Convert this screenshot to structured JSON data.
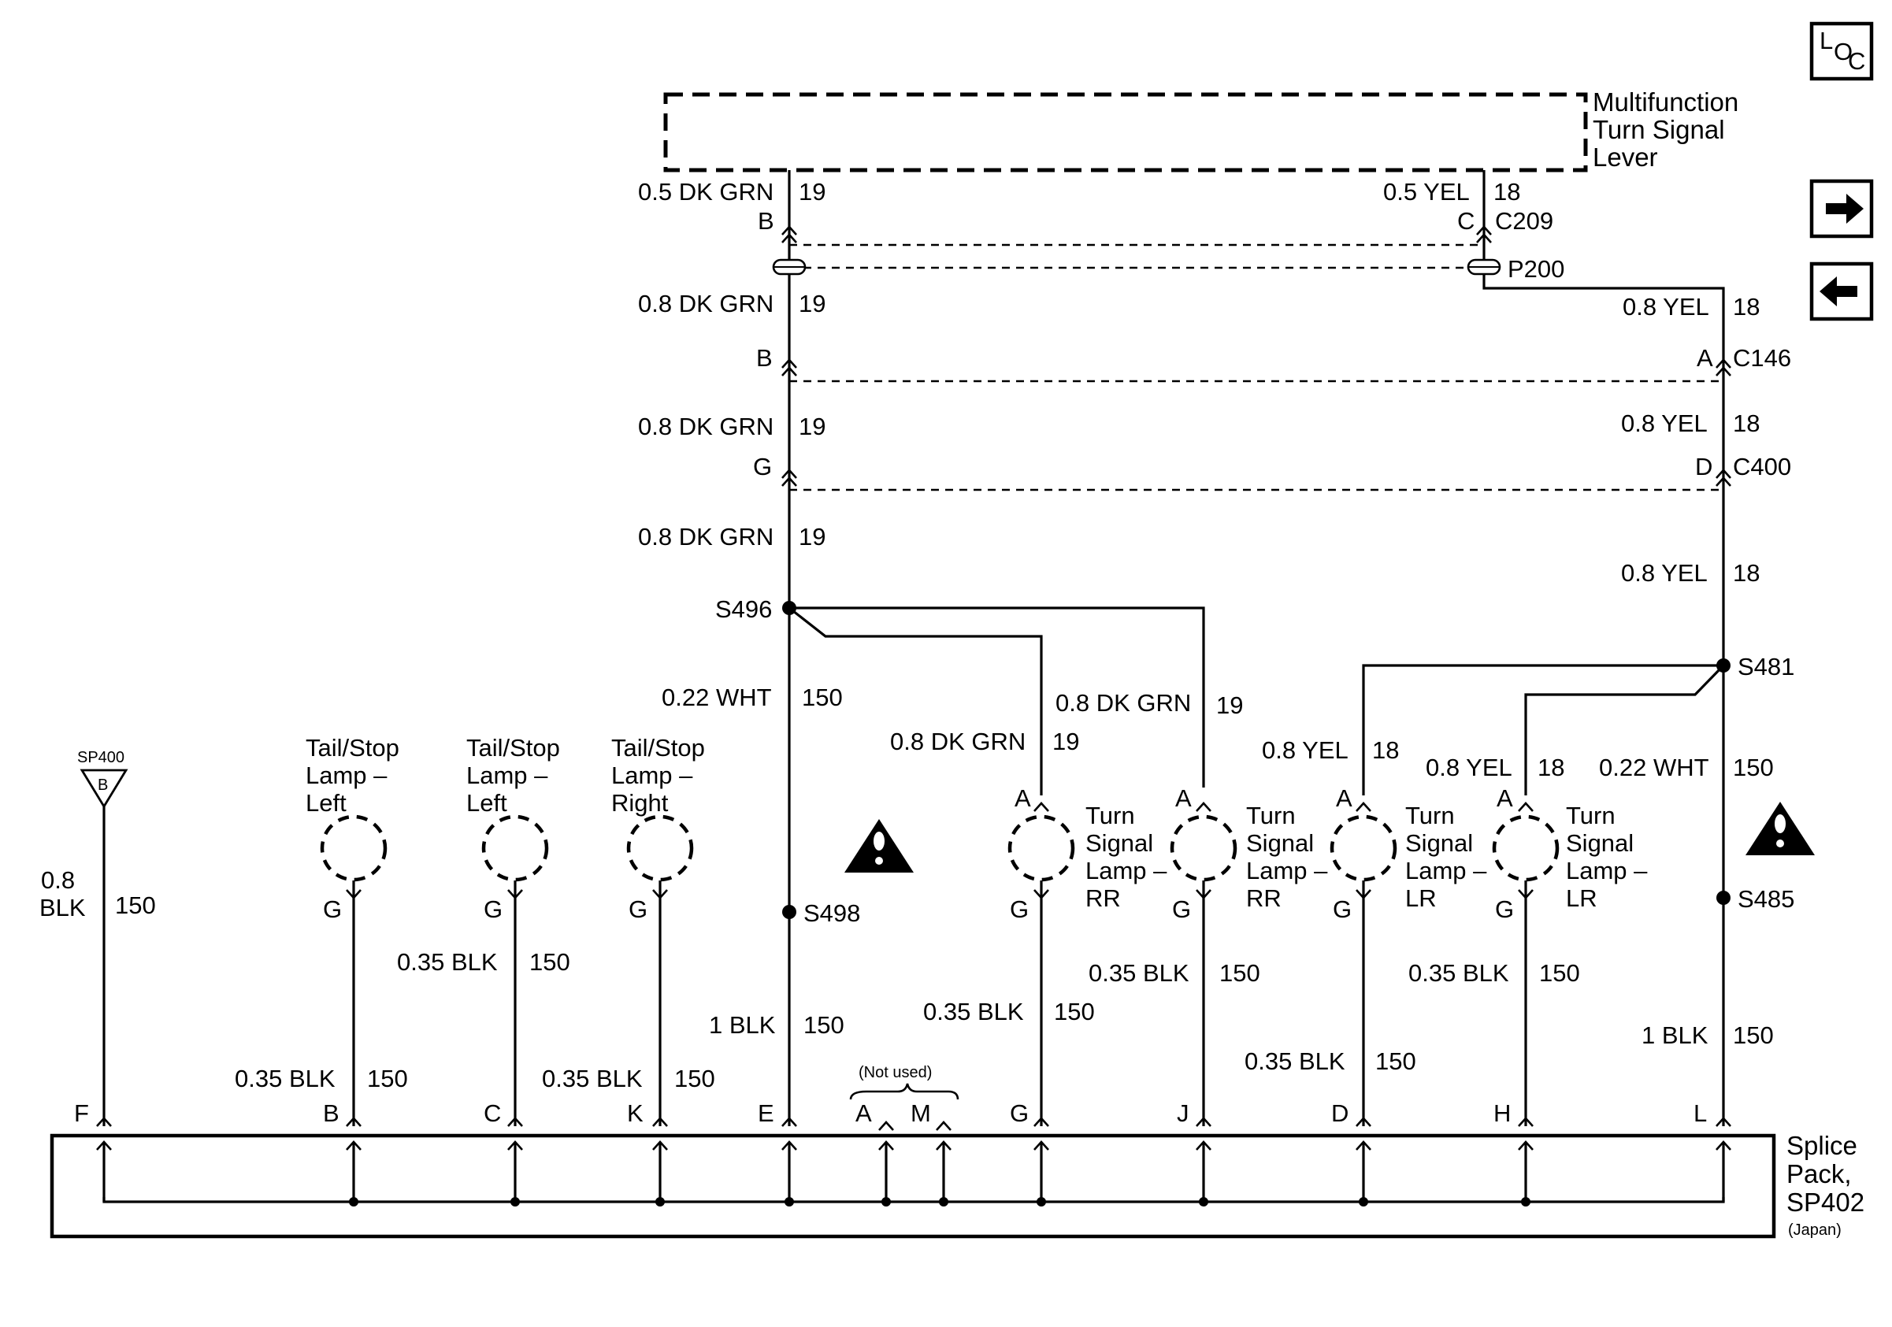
{
  "nav": {
    "loc_top": "L",
    "loc_sub": "O",
    "loc_sub2": "C"
  },
  "lever": {
    "name_l1": "Multifunction",
    "name_l2": "Turn Signal",
    "name_l3": "Lever"
  },
  "wires": {
    "dkgrn_05": "0.5 DK GRN",
    "circuit_19": "19",
    "yel_05": "0.5 YEL",
    "circuit_18": "18",
    "dkgrn_08": "0.8 DK GRN",
    "yel_08": "0.8 YEL",
    "wht_022": "0.22 WHT",
    "circuit_150": "150",
    "blk_08_a": "0.8",
    "blk_08_b": "BLK",
    "blk_035": "0.35 BLK",
    "blk_1": "1 BLK"
  },
  "connectors": {
    "c209": "C209",
    "p200": "P200",
    "c146": "C146",
    "c400": "C400",
    "c209_pin_left": "B",
    "c209_pin_right": "C",
    "c146_pin_left": "B",
    "c146_pin_right": "A",
    "c400_pin_left": "G",
    "c400_pin_right": "D"
  },
  "splices": {
    "s496": "S496",
    "s481": "S481",
    "s498": "S498",
    "s485": "S485"
  },
  "ground": {
    "name": "SP400",
    "pin": "B"
  },
  "lamps": {
    "tail_left_l1": "Tail/Stop",
    "tail_left_l2": "Lamp –",
    "tail_left_l3": "Left",
    "tail_right_l3": "Right",
    "turn_l1": "Turn",
    "turn_l2": "Signal",
    "turn_l3": "Lamp –",
    "rr": "RR",
    "lr": "LR",
    "pin_a": "A",
    "pin_g": "G"
  },
  "splice_pack": {
    "name_l1": "Splice",
    "name_l2": "Pack,",
    "name_l3": "SP402",
    "region": "(Japan)",
    "not_used": "(Not used)",
    "pins": [
      "F",
      "B",
      "C",
      "K",
      "E",
      "A",
      "M",
      "G",
      "J",
      "D",
      "H",
      "L"
    ]
  }
}
